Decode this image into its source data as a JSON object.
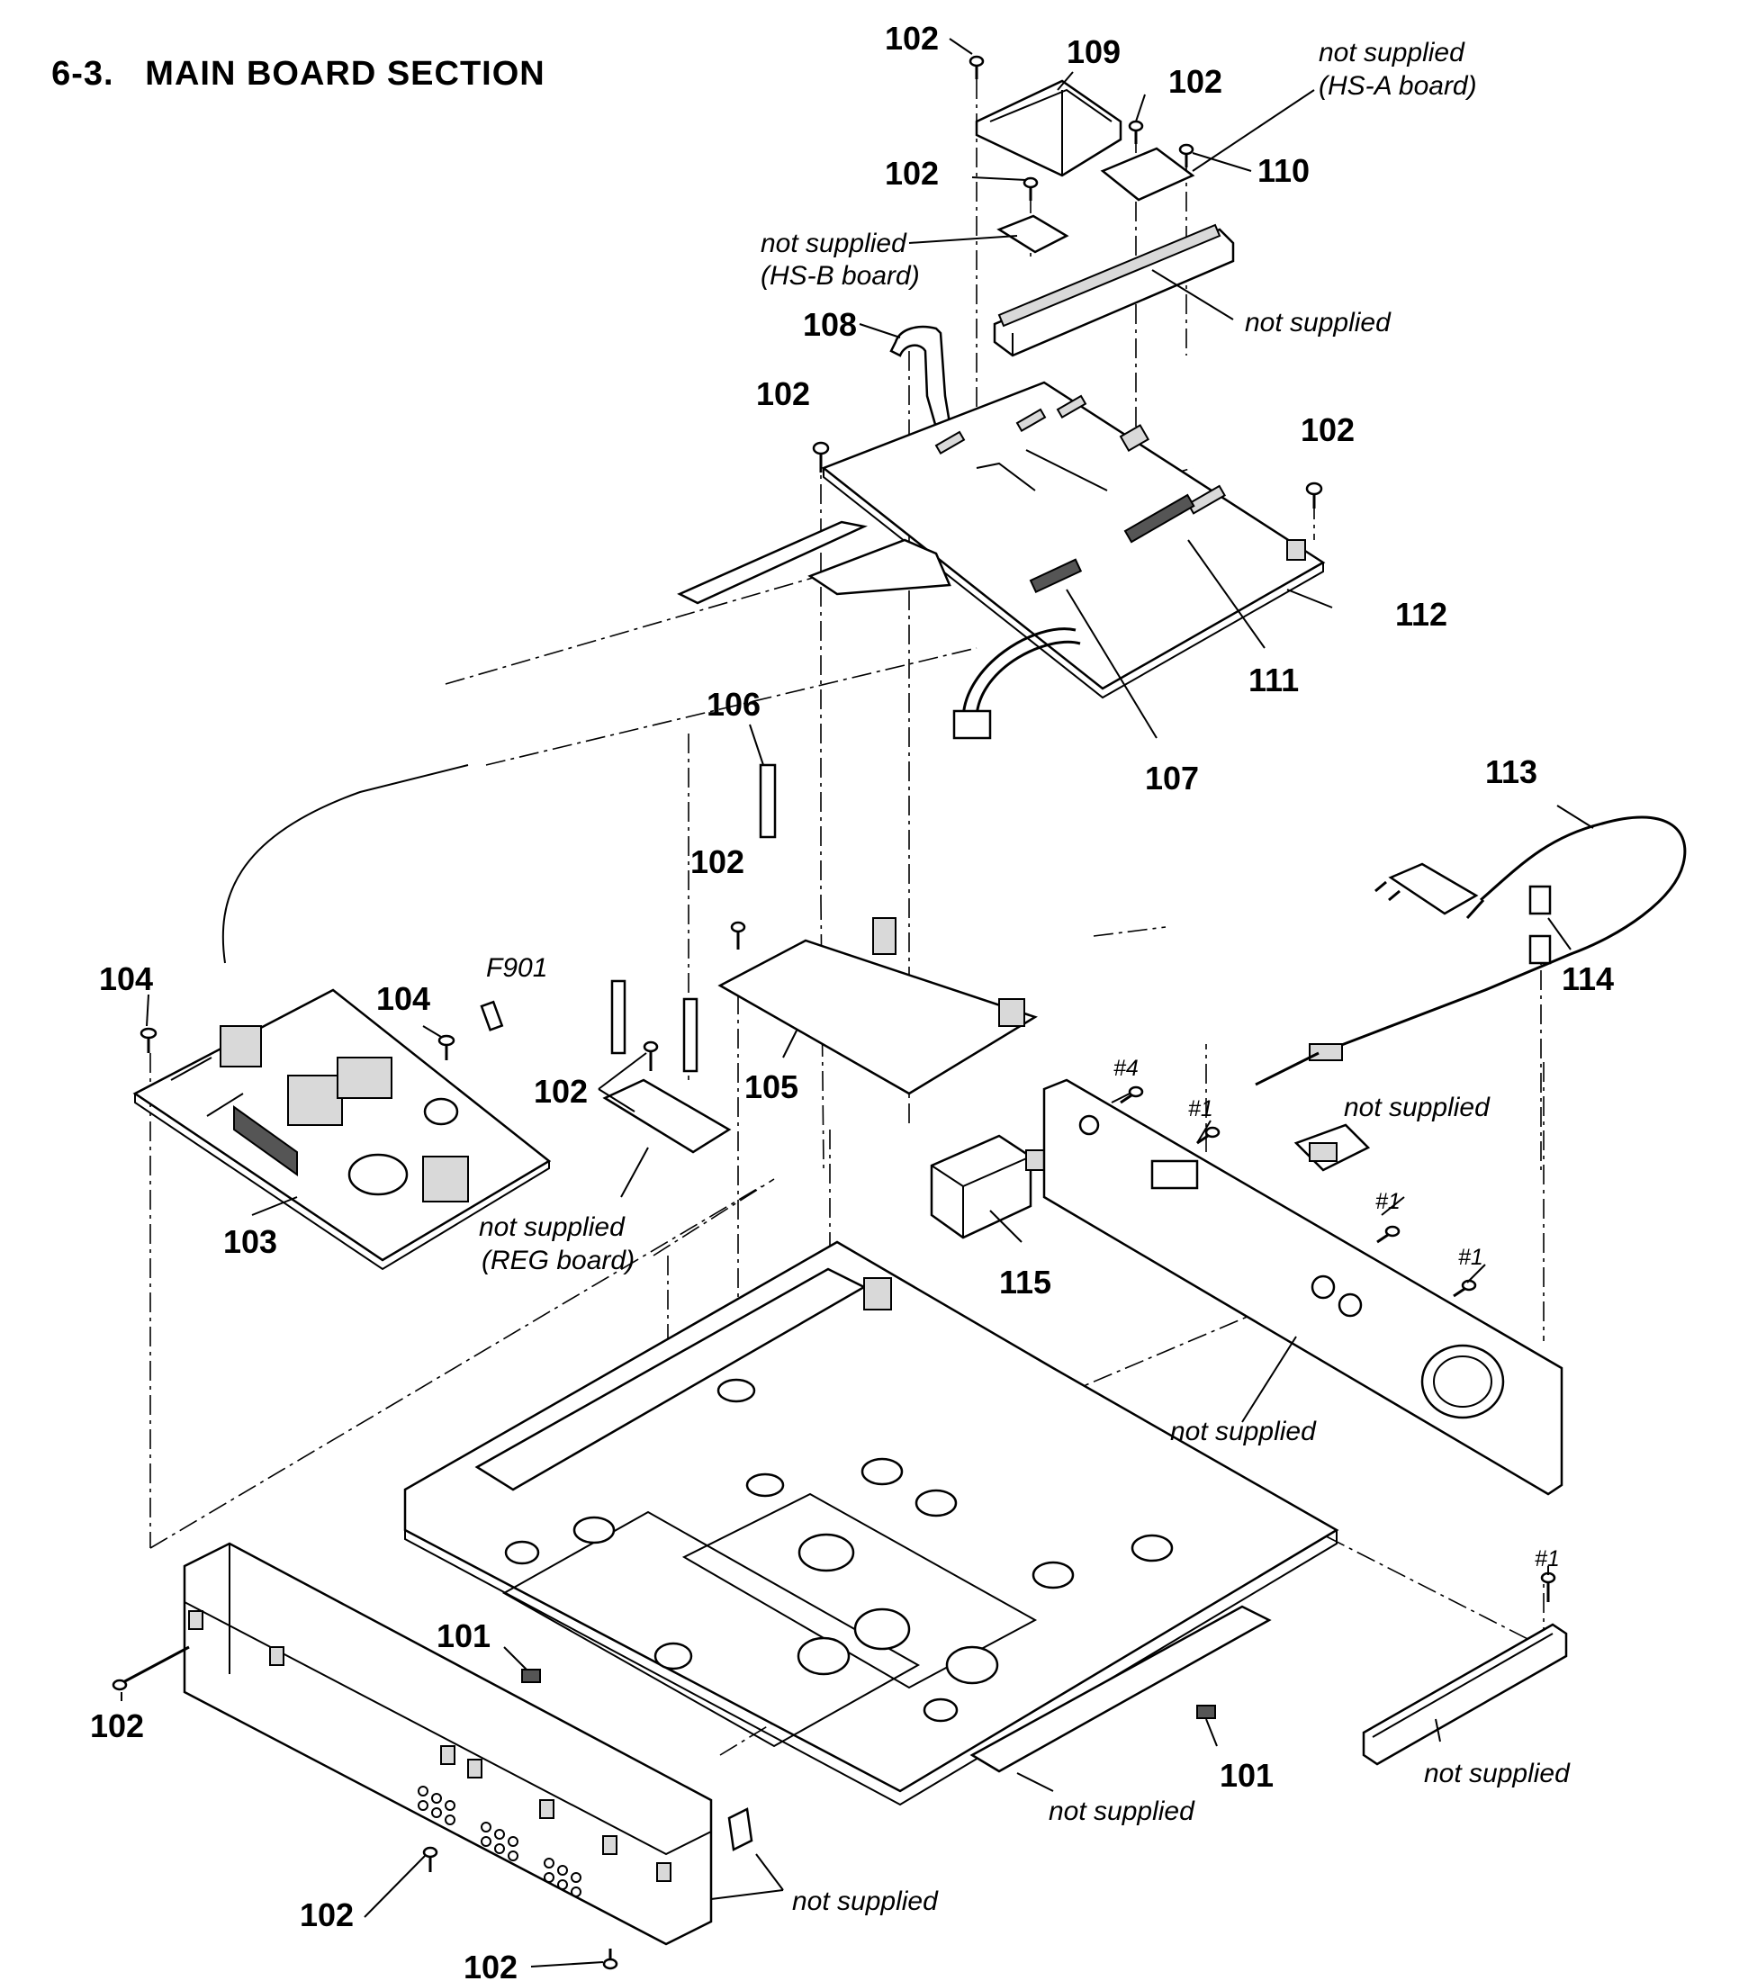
{
  "section": {
    "number": "6-3.",
    "title": "MAIN BOARD SECTION"
  },
  "callouts": {
    "c101a": "101",
    "c101b": "101",
    "c102_top": "102",
    "c102_hsa": "102",
    "c102_hsb": "102",
    "c102_main_left": "102",
    "c102_main_right": "102",
    "c102_av": "102",
    "c102_reg": "102",
    "c102_front_left": "102",
    "c102_front_bottom": "102",
    "c102_front_bottom2": "102",
    "c103": "103",
    "c104a": "104",
    "c104b": "104",
    "c105": "105",
    "c106": "106",
    "c107": "107",
    "c108": "108",
    "c109": "109",
    "c110": "110",
    "c111": "111",
    "c112": "112",
    "c113": "113",
    "c114": "114",
    "c115": "115"
  },
  "screw_marks": {
    "s4": "#4",
    "s1a": "#1",
    "s1b": "#1",
    "s1c": "#1",
    "s1d": "#1"
  },
  "fuse_label": "F901",
  "notes": {
    "hs_a_line1": "not supplied",
    "hs_a_line2": "(HS-A board)",
    "hs_b_line1": "not supplied",
    "hs_b_line2": "(HS-B board)",
    "heatsink": "not supplied",
    "reg_line1": "not supplied",
    "reg_line2": "(REG board)",
    "ac_inlet": "not supplied",
    "rear_panel": "not supplied",
    "side_bracket": "not supplied",
    "chassis": "not supplied",
    "feet": "not supplied"
  }
}
